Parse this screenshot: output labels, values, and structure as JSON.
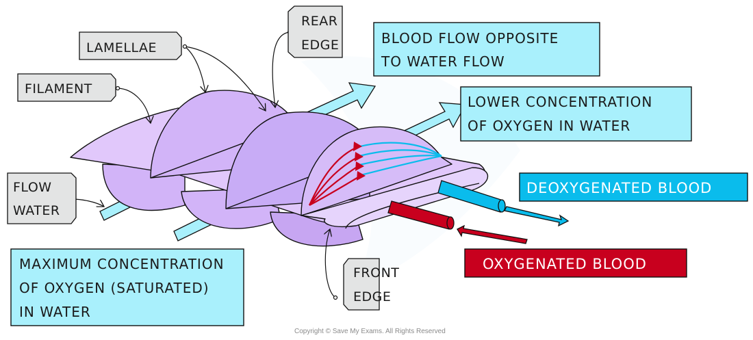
{
  "diagram": {
    "topic": "Countercurrent flow in fish gills",
    "labels": {
      "lamellae": "LAMELLAE",
      "filament": "FILAMENT",
      "rear_edge": [
        "REAR",
        "EDGE"
      ],
      "front_edge": [
        "FRONT",
        "EDGE"
      ],
      "flow_water": [
        "FLOW",
        "WATER"
      ]
    },
    "info_boxes": {
      "blood_flow_opposite": [
        "BLOOD  FLOW  OPPOSITE",
        "TO  WATER  FLOW"
      ],
      "lower_concentration": [
        "LOWER  CONCENTRATION",
        "OF  OXYGEN  IN  WATER"
      ],
      "maximum_concentration": [
        "MAXIMUM  CONCENTRATION",
        "OF  OXYGEN  (SATURATED)",
        "IN  WATER"
      ],
      "deoxygenated_blood": "DEOXYGENATED  BLOOD",
      "oxygenated_blood": "OXYGENATED  BLOOD"
    },
    "colors": {
      "tag_fill": "#e3e4e4",
      "info_fill": "#a9f0fc",
      "deoxy_fill": "#0abcec",
      "oxy_fill": "#c8001e",
      "gill_light": "#e1c8fb",
      "gill_mid": "#d2b4f8",
      "gill_dark": "#c7a6f2",
      "water_arrow": "#a9f0fc"
    },
    "copyright": "Copyright © Save My Exams. All Rights Reserved"
  }
}
